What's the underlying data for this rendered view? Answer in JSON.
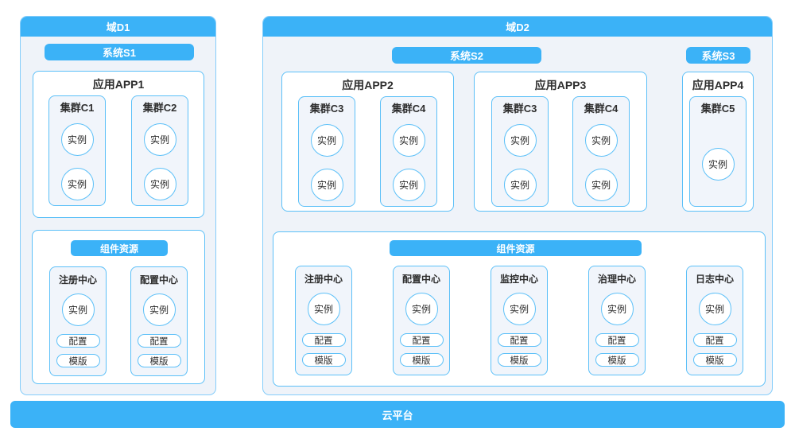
{
  "colors": {
    "primary_blue": "#3bb2f7",
    "box_border": "#5cc0f8",
    "domain_bg": "#eff3f9",
    "panel_bg": "#f1f5fb",
    "text_dark": "#2e2e2e"
  },
  "platform_label": "云平台",
  "domains": [
    {
      "title": "域D1",
      "systems": [
        {
          "label": "系统S1"
        }
      ],
      "apps": [
        {
          "title": "应用APP1",
          "clusters": [
            {
              "title": "集群C1",
              "instances": [
                "实例",
                "实例"
              ]
            },
            {
              "title": "集群C2",
              "instances": [
                "实例",
                "实例"
              ]
            }
          ]
        }
      ],
      "components": {
        "title": "组件资源",
        "cards": [
          {
            "title": "注册中心",
            "instance": "实例",
            "config_label": "配置",
            "template_label": "模版"
          },
          {
            "title": "配置中心",
            "instance": "实例",
            "config_label": "配置",
            "template_label": "模版"
          }
        ]
      }
    },
    {
      "title": "域D2",
      "systems": [
        {
          "label": "系统S2"
        },
        {
          "label": "系统S3"
        }
      ],
      "apps": [
        {
          "title": "应用APP2",
          "clusters": [
            {
              "title": "集群C3",
              "instances": [
                "实例",
                "实例"
              ]
            },
            {
              "title": "集群C4",
              "instances": [
                "实例",
                "实例"
              ]
            }
          ]
        },
        {
          "title": "应用APP3",
          "clusters": [
            {
              "title": "集群C3",
              "instances": [
                "实例",
                "实例"
              ]
            },
            {
              "title": "集群C4",
              "instances": [
                "实例",
                "实例"
              ]
            }
          ]
        },
        {
          "title": "应用APP4",
          "clusters": [
            {
              "title": "集群C5",
              "instances": [
                "实例"
              ]
            }
          ]
        }
      ],
      "components": {
        "title": "组件资源",
        "cards": [
          {
            "title": "注册中心",
            "instance": "实例",
            "config_label": "配置",
            "template_label": "模版"
          },
          {
            "title": "配置中心",
            "instance": "实例",
            "config_label": "配置",
            "template_label": "模版"
          },
          {
            "title": "监控中心",
            "instance": "实例",
            "config_label": "配置",
            "template_label": "模版"
          },
          {
            "title": "治理中心",
            "instance": "实例",
            "config_label": "配置",
            "template_label": "模版"
          },
          {
            "title": "日志中心",
            "instance": "实例",
            "config_label": "配置",
            "template_label": "模版"
          }
        ]
      }
    }
  ]
}
